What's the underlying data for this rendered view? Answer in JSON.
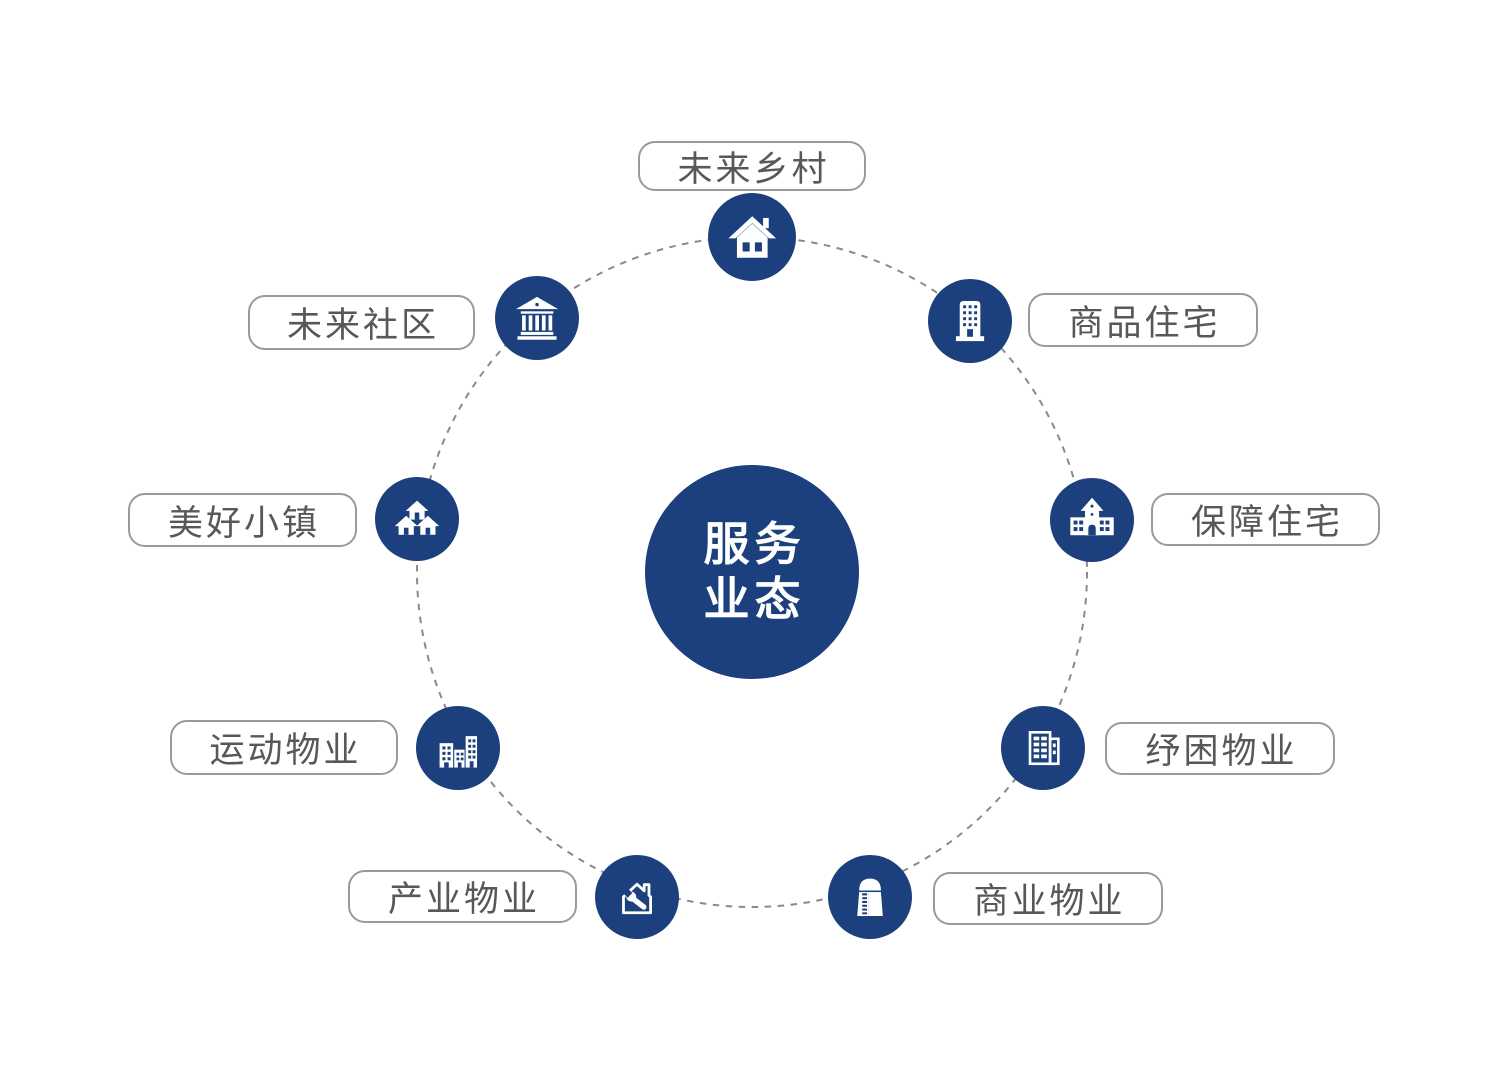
{
  "center": {
    "line1": "服务",
    "line2": "业态"
  },
  "nodes": [
    {
      "label": "未来乡村",
      "icon": "house-icon"
    },
    {
      "label": "商品住宅",
      "icon": "apartment-building-icon"
    },
    {
      "label": "保障住宅",
      "icon": "school-building-icon"
    },
    {
      "label": "纾困物业",
      "icon": "office-buildings-outline-icon"
    },
    {
      "label": "商业物业",
      "icon": "water-tower-icon"
    },
    {
      "label": "产业物业",
      "icon": "house-wrench-icon"
    },
    {
      "label": "运动物业",
      "icon": "city-buildings-icon"
    },
    {
      "label": "美好小镇",
      "icon": "village-houses-icon"
    },
    {
      "label": "未来社区",
      "icon": "bank-columns-icon"
    }
  ],
  "colors": {
    "primary": "#1b407d",
    "label_text": "#595757",
    "label_border": "#9a9a9a",
    "dash": "#8a8a8a",
    "background": "#ffffff"
  }
}
